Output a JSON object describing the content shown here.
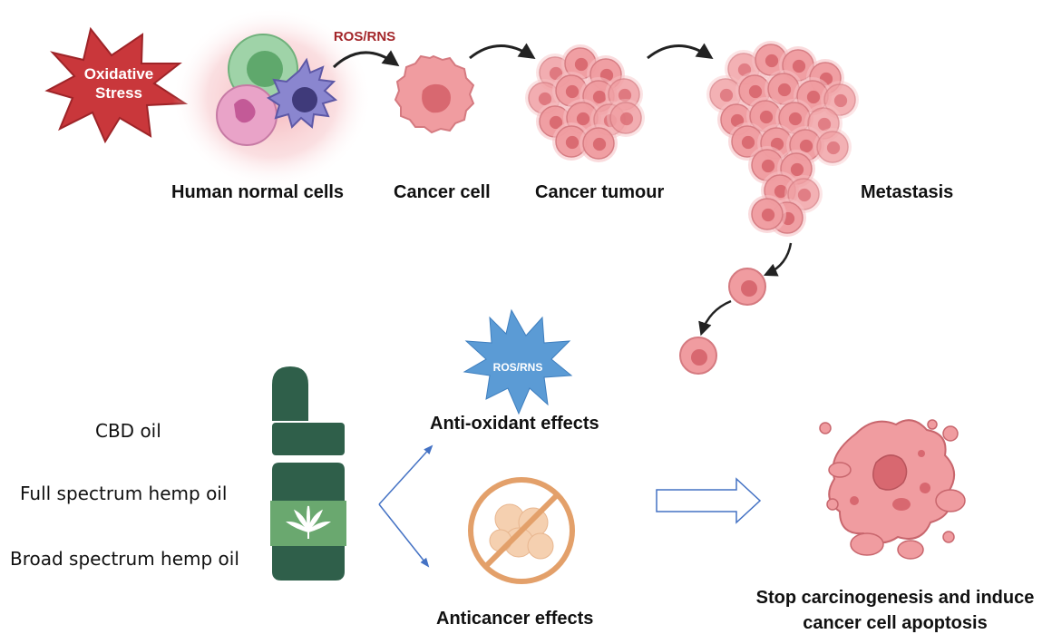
{
  "top_flow": {
    "oxidative_stress_line1": "Oxidative",
    "oxidative_stress_line2": "Stress",
    "ros_rns_label": "ROS/RNS",
    "stage_labels": [
      "Human normal cells",
      "Cancer cell",
      "Cancer tumour",
      "Metastasis"
    ]
  },
  "oils": {
    "items": [
      "CBD oil",
      "Full spectrum hemp oil",
      "Broad spectrum hemp oil"
    ]
  },
  "effects": {
    "burst_label": "ROS/RNS",
    "antioxidant": "Anti-oxidant effects",
    "anticancer": "Anticancer effects"
  },
  "outcome": {
    "line1": "Stop carcinogenesis and induce",
    "line2": "cancer cell apoptosis"
  },
  "colors": {
    "star_red": "#c9373b",
    "ros_label_red": "#a3262a",
    "cell_pink": "#f09ca0",
    "cell_nucleus": "#d86870",
    "bottle_green": "#2f5f4a",
    "label_green": "#6aa86f",
    "burst_blue": "#5b9bd5",
    "prohibit_orange": "#e3a06a",
    "arrow_blue": "#4472c4"
  }
}
